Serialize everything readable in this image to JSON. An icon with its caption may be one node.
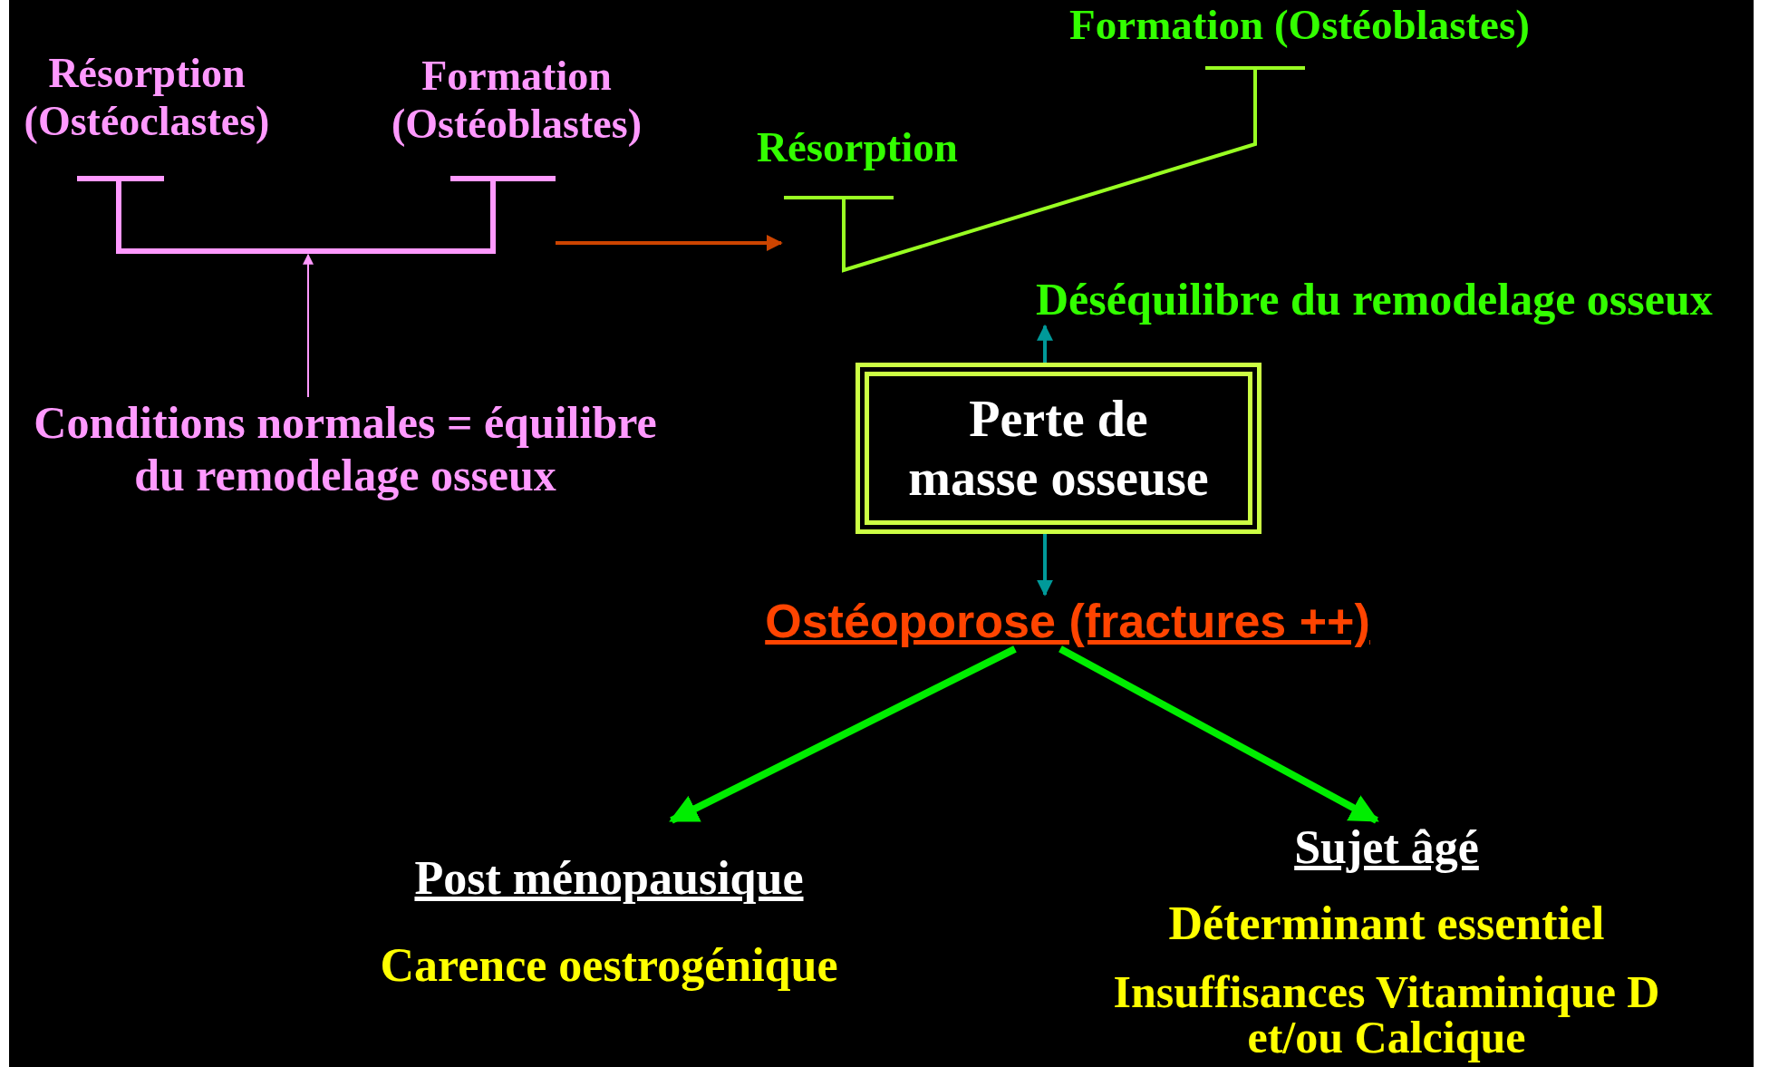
{
  "diagram": {
    "nodes": [
      {
        "text": [
          "Résorption (Ostéoclastes)"
        ]
      },
      {
        "text": [
          "Formation (Ostéoblastes)"
        ]
      },
      {
        "text": [],
        "shape": "picture"
      },
      {
        "text": [
          "Conditions normales = équilibre du remodelage osseux"
        ]
      },
      {
        "text": [
          "Formation (Ostéoblastes)"
        ]
      },
      {
        "text": [
          "Résorption"
        ]
      },
      {
        "text": [],
        "shape": "picture"
      },
      {
        "text": [
          "Déséquilibre du remodelage osseux"
        ]
      },
      {
        "text": [
          "Perte de masse osseuse"
        ]
      },
      {
        "text": [
          "Ostéoporose (fractures ++)"
        ]
      },
      {
        "text": [
          "Post ménopausique",
          "Carence oestrogénique"
        ]
      },
      {
        "text": [
          "Sujet âgé",
          "Déterminant essentiel",
          "Insuffisances Vitaminique D et/ou Calcique"
        ]
      }
    ],
    "edges": [
      {
        "from": 3,
        "to": 2,
        "arrow": "to",
        "color": "#ff99ff"
      },
      {
        "from": 2,
        "to": 6,
        "arrow": "to",
        "color": "#cc4400"
      },
      {
        "from": 8,
        "to": 7,
        "arrow": "to",
        "color": "#009999"
      },
      {
        "from": 8,
        "to": 9,
        "arrow": "to",
        "color": "#009999"
      },
      {
        "from": 9,
        "to": 10,
        "arrow": "to",
        "style": "thick",
        "color": "#00ee00"
      },
      {
        "from": 9,
        "to": 11,
        "arrow": "to",
        "style": "thick",
        "color": "#00ee00"
      }
    ]
  }
}
